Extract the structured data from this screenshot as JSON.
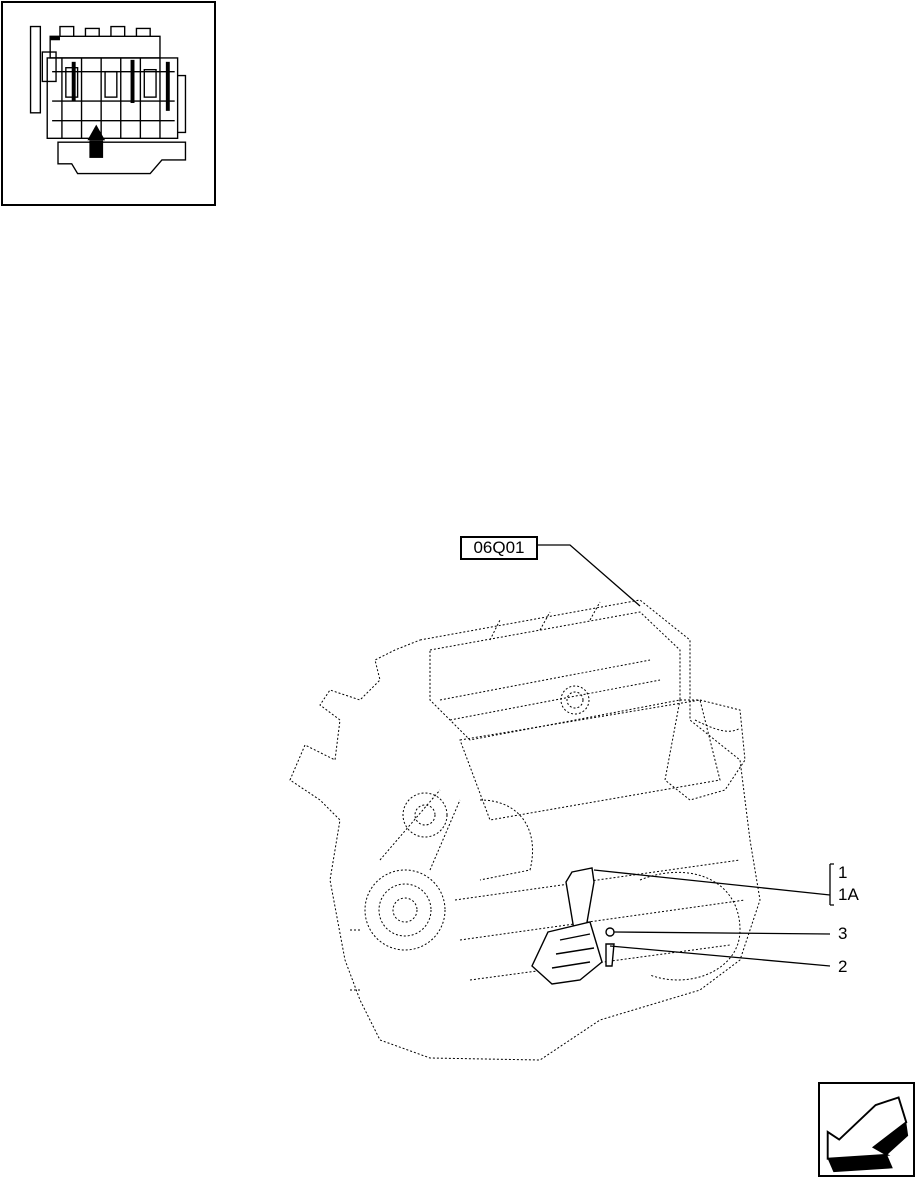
{
  "diagram": {
    "reference_code": "06Q01",
    "callouts": {
      "part_1": "1",
      "part_1a": "1A",
      "part_3": "3",
      "part_2": "2"
    }
  },
  "icons": {
    "locator": "engine-locator-thumbnail-icon",
    "navigation": "previous-page-arrow-icon"
  },
  "colors": {
    "line": "#000000",
    "background": "#ffffff"
  }
}
